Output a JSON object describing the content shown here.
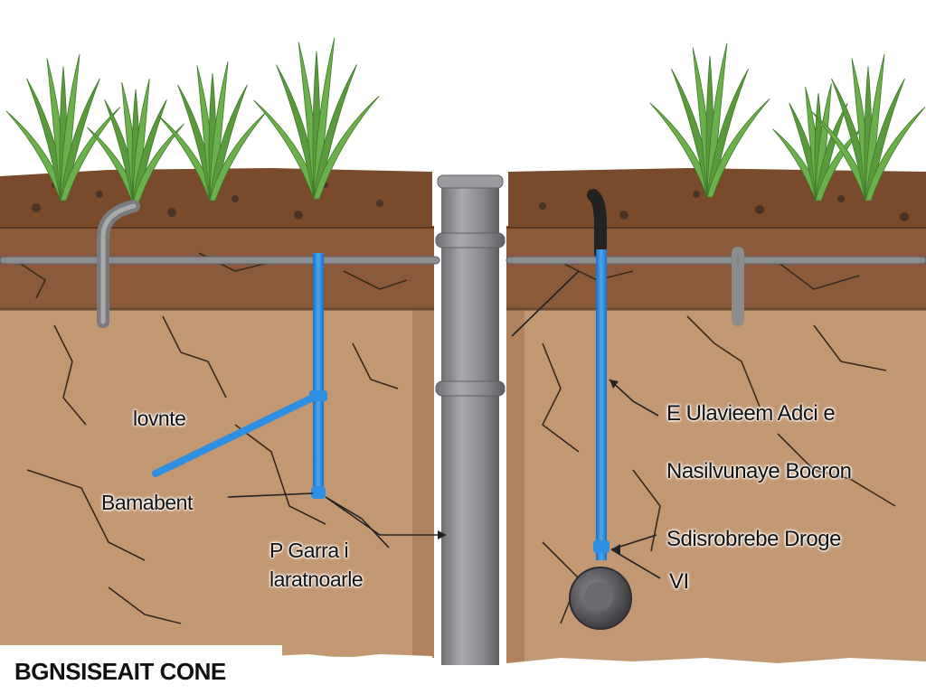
{
  "labels": {
    "left_1": "lovnte",
    "left_2": "Bamabent",
    "center_1": "P Garra i",
    "center_2": "laratnoarle",
    "right_1": "E Ulavieem Adci e",
    "right_2": "Nasilvunaye Bocron",
    "right_3": "Sdisrobrebe Droge",
    "right_4": "VI"
  },
  "caption": "BGNSISEAIT CONE",
  "colors": {
    "topsoil": "#8a5a3a",
    "subsoil": "#c29872",
    "sidewall": "#b0825e",
    "pipe_blue": "#2f8fe0",
    "pipe_gray": "#8c8d90",
    "plant_green": "#5a9a3c"
  }
}
